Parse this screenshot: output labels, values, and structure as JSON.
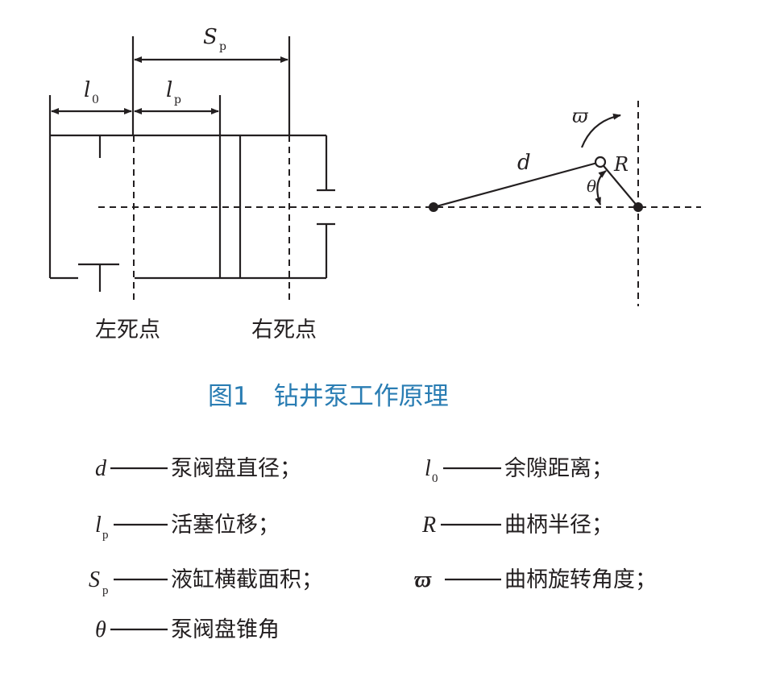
{
  "diagram": {
    "labels": {
      "sp_main": "S",
      "sp_sub": "p",
      "l0_main": "l",
      "l0_sub": "0",
      "lp_main": "l",
      "lp_sub": "p",
      "left_dead_point": "左死点",
      "right_dead_point": "右死点",
      "d": "d",
      "R": "R",
      "theta": "θ",
      "omega": "ϖ"
    },
    "caption": "图1　钻井泵工作原理"
  },
  "legend": {
    "items": [
      {
        "sym": "d",
        "sub": "",
        "desc": "泵阀盘直径；"
      },
      {
        "sym": "l",
        "sub": "0",
        "desc": "余隙距离；"
      },
      {
        "sym": "l",
        "sub": "p",
        "desc": "活塞位移；"
      },
      {
        "sym": "R",
        "sub": "",
        "desc": "曲柄半径；"
      },
      {
        "sym": "S",
        "sub": "p",
        "desc": "液缸横截面积；"
      },
      {
        "sym": "ϖ",
        "sub": "",
        "desc": "曲柄旋转角度；"
      },
      {
        "sym": "θ",
        "sub": "",
        "desc": "泵阀盘锥角"
      }
    ]
  }
}
